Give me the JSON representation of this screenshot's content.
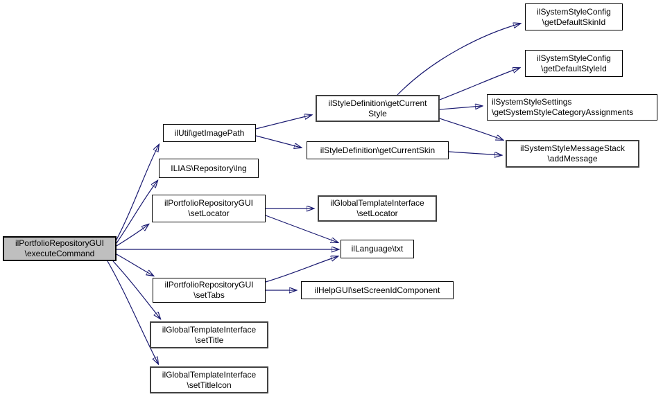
{
  "diagram": {
    "type": "call-graph",
    "edge_color": "#191970",
    "node_fill": "#ffffff",
    "main_node_fill": "#bfbfbf",
    "node_border_color": "#000000",
    "nodes": {
      "execute_command": {
        "label": "ilPortfolioRepositoryGUI\n\\executeCommand",
        "main": true
      },
      "get_image_path": {
        "label": "ilUtil\\getImagePath"
      },
      "repository_lng": {
        "label": "ILIAS\\Repository\\lng"
      },
      "portfolio_set_locator": {
        "label": "ilPortfolioRepositoryGUI\n\\setLocator"
      },
      "language_txt": {
        "label": "ilLanguage\\txt"
      },
      "portfolio_set_tabs": {
        "label": "ilPortfolioRepositoryGUI\n\\setTabs"
      },
      "template_set_title": {
        "label": "ilGlobalTemplateInterface\n\\setTitle"
      },
      "template_set_title_icon": {
        "label": "ilGlobalTemplateInterface\n\\setTitleIcon"
      },
      "get_current_style": {
        "label": "ilStyleDefinition\\getCurrent\nStyle"
      },
      "get_current_skin": {
        "label": "ilStyleDefinition\\getCurrentSkin"
      },
      "template_set_locator": {
        "label": "ilGlobalTemplateInterface\n\\setLocator"
      },
      "help_set_screen_id": {
        "label": "ilHelpGUI\\setScreenIdComponent"
      },
      "get_default_skin_id": {
        "label": "ilSystemStyleConfig\n\\getDefaultSkinId"
      },
      "get_default_style_id": {
        "label": "ilSystemStyleConfig\n\\getDefaultStyleId"
      },
      "style_settings": {
        "label": "ilSystemStyleSettings\n\\getSystemStyleCategoryAssignments"
      },
      "add_message": {
        "label": "ilSystemStyleMessageStack\n\\addMessage"
      }
    },
    "edges": [
      {
        "from": "execute_command",
        "to": "get_image_path"
      },
      {
        "from": "execute_command",
        "to": "repository_lng"
      },
      {
        "from": "execute_command",
        "to": "portfolio_set_locator"
      },
      {
        "from": "execute_command",
        "to": "language_txt"
      },
      {
        "from": "execute_command",
        "to": "portfolio_set_tabs"
      },
      {
        "from": "execute_command",
        "to": "template_set_title"
      },
      {
        "from": "execute_command",
        "to": "template_set_title_icon"
      },
      {
        "from": "get_image_path",
        "to": "get_current_style"
      },
      {
        "from": "get_image_path",
        "to": "get_current_skin"
      },
      {
        "from": "get_current_style",
        "to": "get_default_skin_id"
      },
      {
        "from": "get_current_style",
        "to": "get_default_style_id"
      },
      {
        "from": "get_current_style",
        "to": "style_settings"
      },
      {
        "from": "get_current_style",
        "to": "add_message"
      },
      {
        "from": "get_current_skin",
        "to": "add_message"
      },
      {
        "from": "portfolio_set_locator",
        "to": "template_set_locator"
      },
      {
        "from": "portfolio_set_locator",
        "to": "language_txt"
      },
      {
        "from": "portfolio_set_tabs",
        "to": "language_txt"
      },
      {
        "from": "portfolio_set_tabs",
        "to": "help_set_screen_id"
      }
    ]
  }
}
